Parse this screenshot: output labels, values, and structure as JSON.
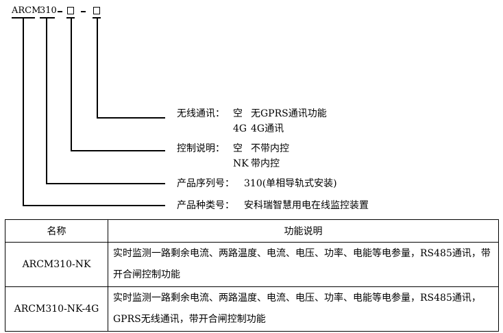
{
  "model_code": {
    "prefix": "ARCM",
    "number": "310",
    "dash": "-"
  },
  "legend": {
    "wireless_title": "无线通讯：",
    "wireless_opt1_code": "空",
    "wireless_opt1_text": "无GPRS通讯功能",
    "wireless_opt2_code": "4G",
    "wireless_opt2_text": "4G通讯",
    "control_title": "控制说明：",
    "control_opt1_code": "空",
    "control_opt1_text": "不带内控",
    "control_opt2_code": "NK",
    "control_opt2_text": "带内控",
    "serial_title": "产品序列号：",
    "serial_text": "310(单相导轨式安装)",
    "type_title": "产品种类号：",
    "type_text": "安科瑞智慧用电在线监控装置"
  },
  "table": {
    "headers": [
      "名称",
      "功能说明"
    ],
    "rows": [
      {
        "name": "ARCM310-NK",
        "desc": "实时监测一路剩余电流、两路温度、电流、电压、功率、电能等电参量，RS485通讯，带开合闸控制功能"
      },
      {
        "name": "ARCM310-NK-4G",
        "desc": "实时监测一路剩余电流、两路温度、电流、电压、功率、电能等电参量，RS485通讯，GPRS无线通讯，带开合闸控制功能"
      }
    ]
  }
}
